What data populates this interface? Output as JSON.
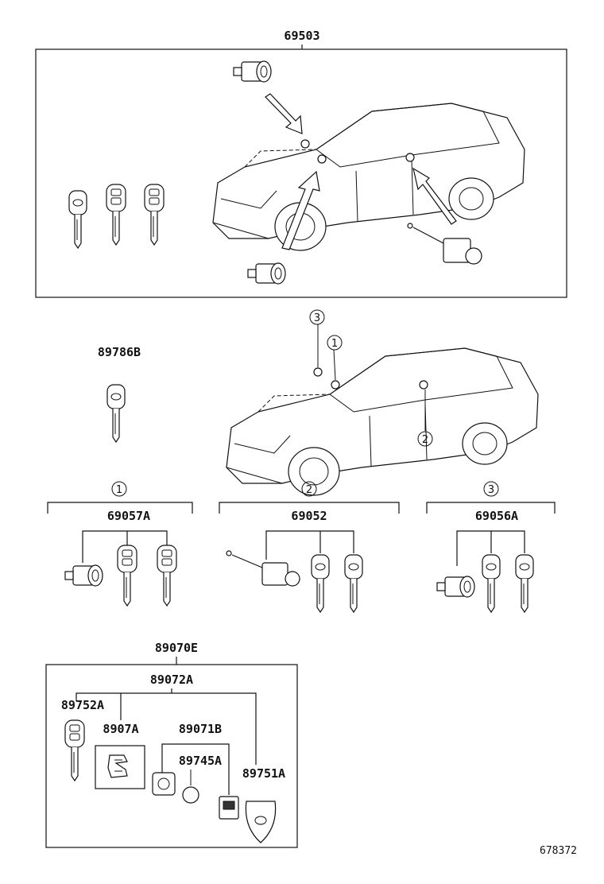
{
  "labels": {
    "kit_top": "69503",
    "spare_key": "89786B",
    "set_1": "69057A",
    "set_2": "69052",
    "set_3": "69056A",
    "transmitter_set": "89070E",
    "transmitter_sub": "89072A",
    "key_blank": "89752A",
    "case_part": "8907A",
    "sub_set": "89071B",
    "battery": "89745A",
    "cover": "89751A",
    "drawing_no": "678372"
  },
  "callouts": {
    "c1": "1",
    "c2": "2",
    "c3": "3"
  }
}
